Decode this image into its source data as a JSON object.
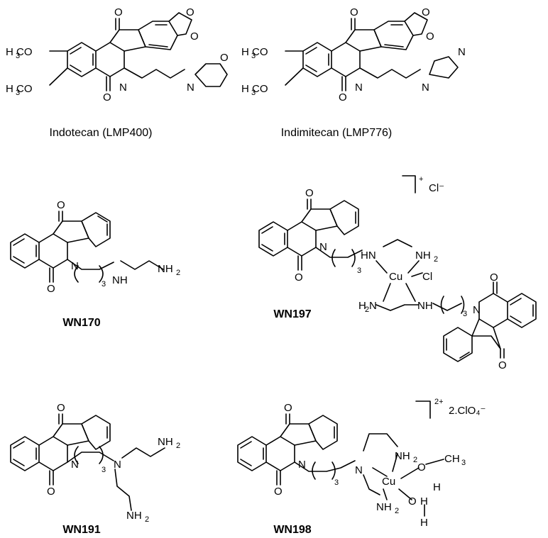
{
  "atoms": {
    "O": "O",
    "N": "N",
    "NH": "NH",
    "HN": "HN",
    "Cu": "Cu",
    "Cl": "Cl",
    "H": "H",
    "CH": "CH",
    "NH2_base": "NH",
    "H2N_base": "H N",
    "sub2": "2",
    "sub3": "3",
    "OMe": "OCH",
    "H3CO": "H CO"
  },
  "structures": [
    {
      "id": "indotecan",
      "caption": "Indotecan (LMP400)"
    },
    {
      "id": "indimitecan",
      "caption": "Indimitecan (LMP776)"
    },
    {
      "id": "wn170",
      "caption": "WN170"
    },
    {
      "id": "wn197",
      "caption": "WN197",
      "charge": "+",
      "counterion": "Cl⁻"
    },
    {
      "id": "wn191",
      "caption": "WN191"
    },
    {
      "id": "wn198",
      "caption": "WN198",
      "charge": "2+",
      "counterion": "2.ClO₄⁻"
    }
  ]
}
